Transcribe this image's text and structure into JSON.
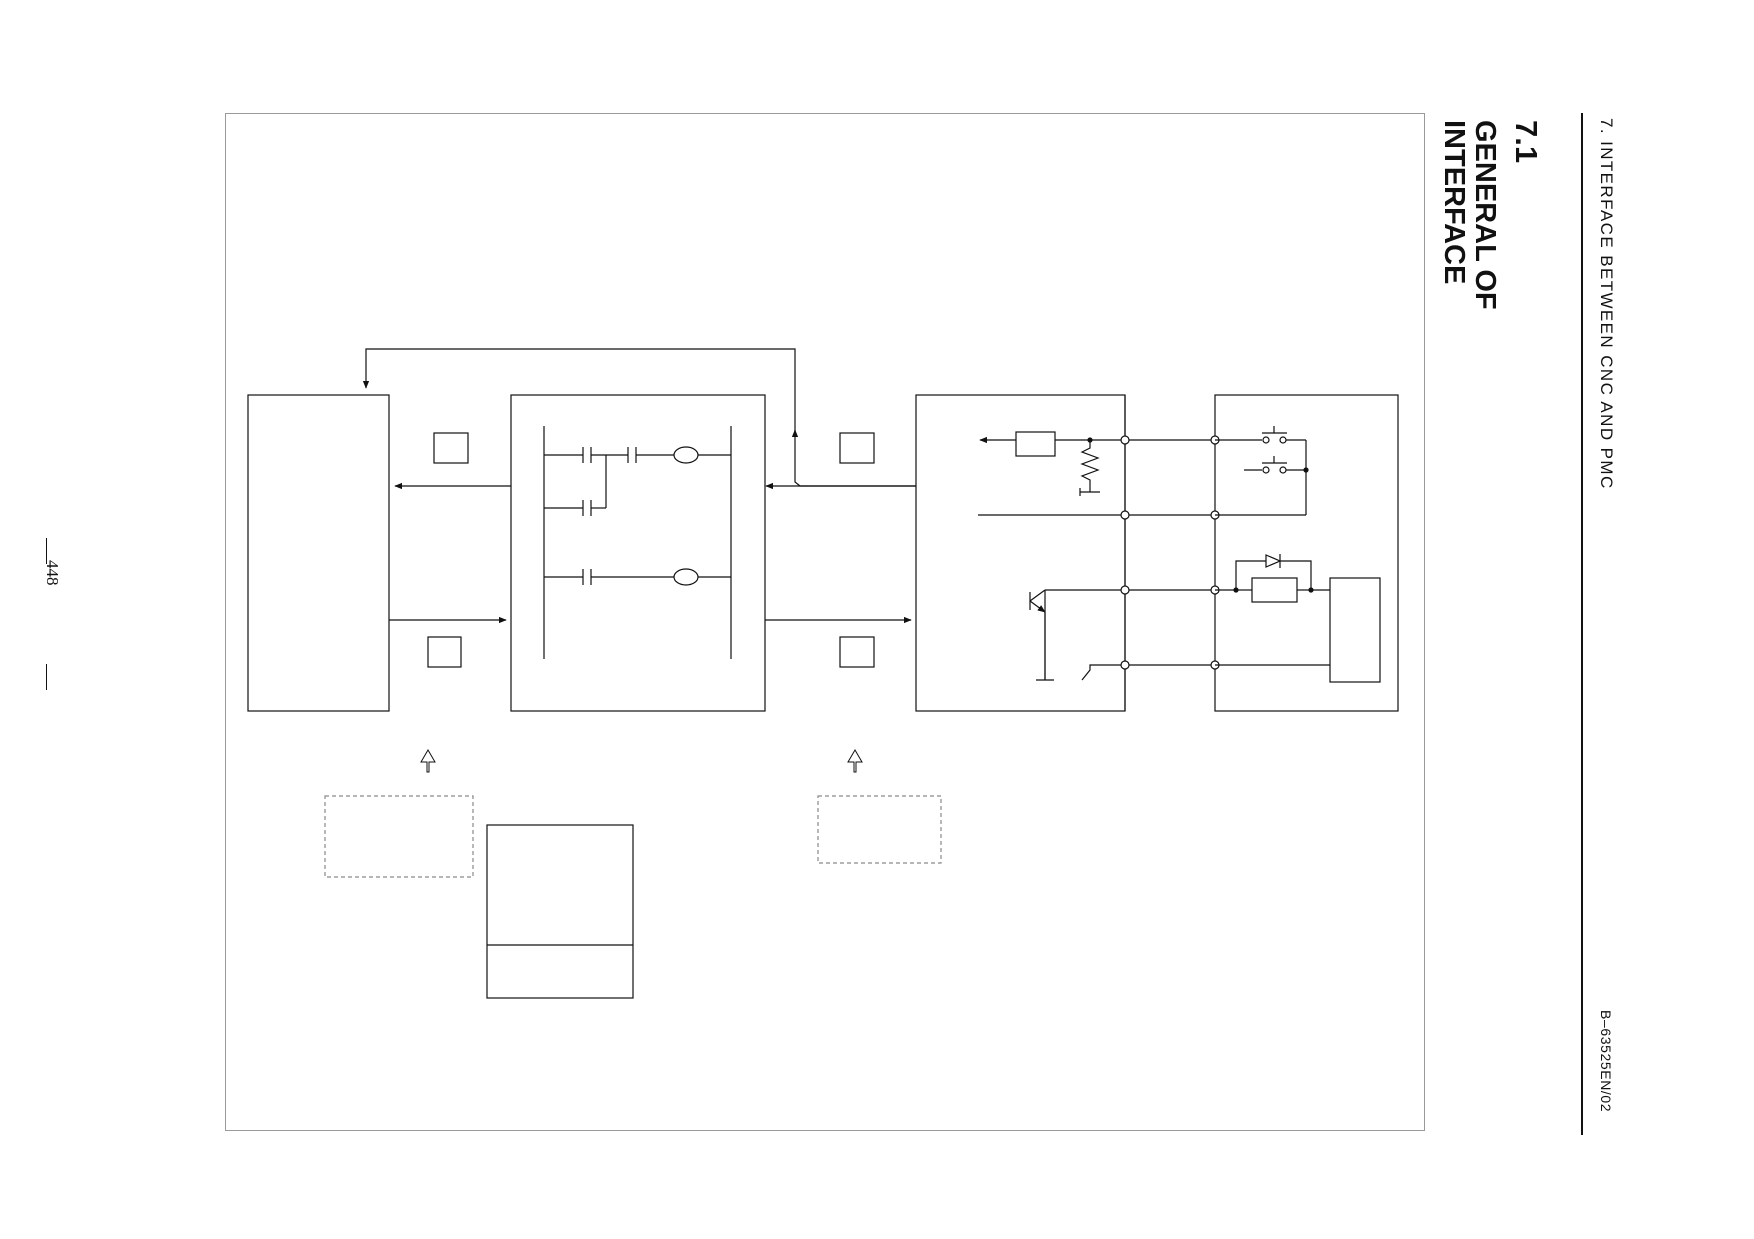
{
  "header": {
    "running_head": "7. INTERFACE BETWEEN CNC AND PMC",
    "document_number": "B–63525EN/02"
  },
  "section": {
    "number": "7.1",
    "title_line1": "GENERAL OF",
    "title_line2": "INTERFACE"
  },
  "footer": {
    "page_number": "448"
  },
  "colors": {
    "ink": "#111111",
    "frame": "#9a9a9a",
    "dashed": "#8a8a8a"
  }
}
